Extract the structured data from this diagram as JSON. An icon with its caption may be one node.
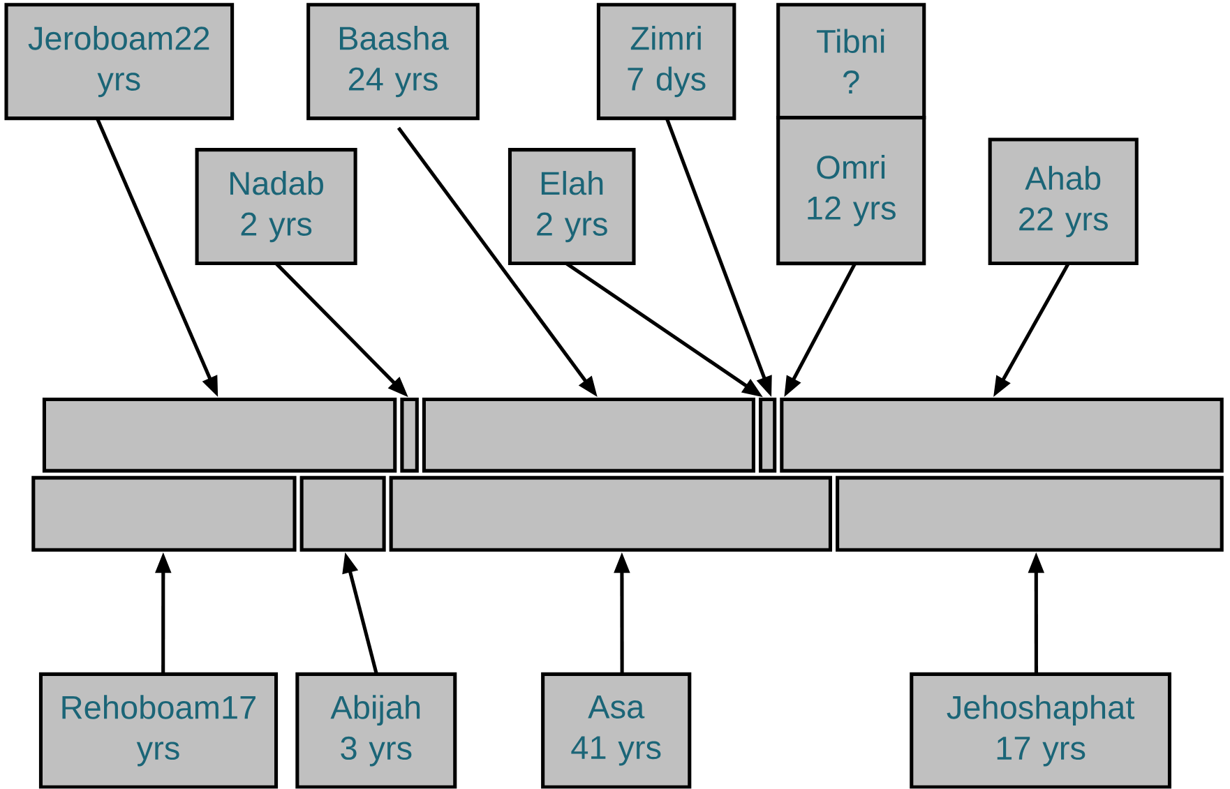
{
  "diagram": {
    "nodes": [
      {
        "text": [
          "Jeroboam22 yrs"
        ]
      },
      {
        "text": [
          "Baasha 24 yrs"
        ]
      },
      {
        "text": [
          "Zimri 7 dys"
        ]
      },
      {
        "text": [
          "Tibni ?"
        ]
      },
      {
        "text": [
          "Nadab 2 yrs"
        ]
      },
      {
        "text": [
          "Elah 2 yrs"
        ]
      },
      {
        "text": [
          "Omri 12 yrs"
        ]
      },
      {
        "text": [
          "Ahab 22 yrs"
        ]
      },
      {
        "text": [],
        "shape": "box"
      },
      {
        "text": [],
        "shape": "box"
      },
      {
        "text": [],
        "shape": "box"
      },
      {
        "text": [],
        "shape": "box"
      },
      {
        "text": [],
        "shape": "box"
      },
      {
        "text": [],
        "shape": "box"
      },
      {
        "text": [],
        "shape": "box"
      },
      {
        "text": [],
        "shape": "box"
      },
      {
        "text": [],
        "shape": "box"
      },
      {
        "text": [
          "Rehoboam17 yrs"
        ]
      },
      {
        "text": [
          "Abijah 3 yrs"
        ]
      },
      {
        "text": [
          "Asa 41 yrs"
        ]
      },
      {
        "text": [
          "Jehoshaphat 17 yrs"
        ]
      }
    ],
    "edges": [
      {
        "from": 0,
        "to": 8,
        "arrow": "to"
      },
      {
        "from": 4,
        "to": 9,
        "arrow": "to"
      },
      {
        "from": 1,
        "to": 10,
        "arrow": "to"
      },
      {
        "from": 5,
        "to": 11,
        "arrow": "to"
      },
      {
        "from": 2,
        "to": 11,
        "arrow": "to"
      },
      {
        "from": 6,
        "to": 12,
        "arrow": "to"
      },
      {
        "from": 7,
        "to": 12,
        "arrow": "to"
      },
      {
        "from": 17,
        "to": 13,
        "arrow": "to"
      },
      {
        "from": 18,
        "to": 14,
        "arrow": "to"
      },
      {
        "from": 19,
        "to": 15,
        "arrow": "to"
      },
      {
        "from": 20,
        "to": 16,
        "arrow": "to"
      }
    ]
  }
}
